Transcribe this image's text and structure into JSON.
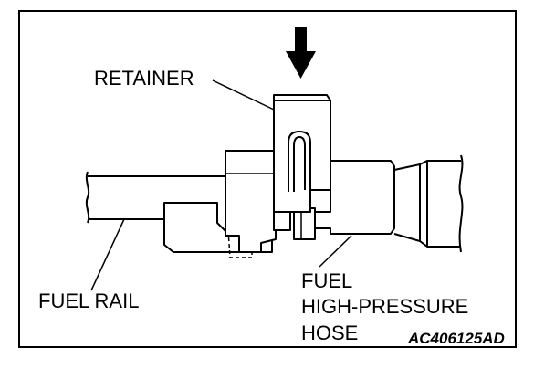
{
  "labels": {
    "retainer": "RETAINER",
    "fuel_rail": "FUEL RAIL",
    "hose_line1": "FUEL",
    "hose_line2": "HIGH-PRESSURE",
    "hose_line3": "HOSE",
    "figure_code": "AC406125AD"
  },
  "colors": {
    "ink": "#000000",
    "paper": "#ffffff"
  },
  "icons": {
    "press_direction": "down-arrow-icon"
  }
}
